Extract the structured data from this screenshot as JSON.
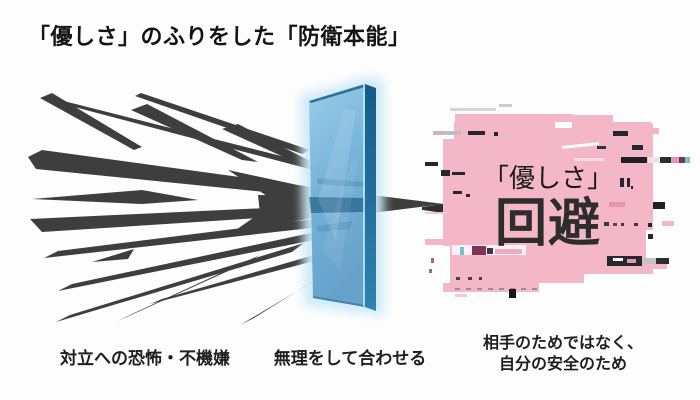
{
  "title": "「優しさ」のふりをした「防衛本能」",
  "diagram": {
    "spikes_label": "対立への恐怖・不機嫌",
    "glass_label": "無理をして合わせる",
    "result_label_line1": "相手のためではなく、",
    "result_label_line2": "自分の安全のため",
    "result_box": {
      "quoted_word": "「優しさ」",
      "main_word": "回避"
    },
    "colors": {
      "spike_color": "#3e3e3e",
      "glass_face": "#6fb0d9",
      "glass_edge": "#1f6a98",
      "glass_glow": "#cdeaf8",
      "box_pink": "#f4b7c7",
      "glitch_dark": "#26262e",
      "glitch_teal": "#6fc6c9",
      "glitch_magenta": "#7d3456",
      "text_color": "#1c1c1c"
    }
  }
}
